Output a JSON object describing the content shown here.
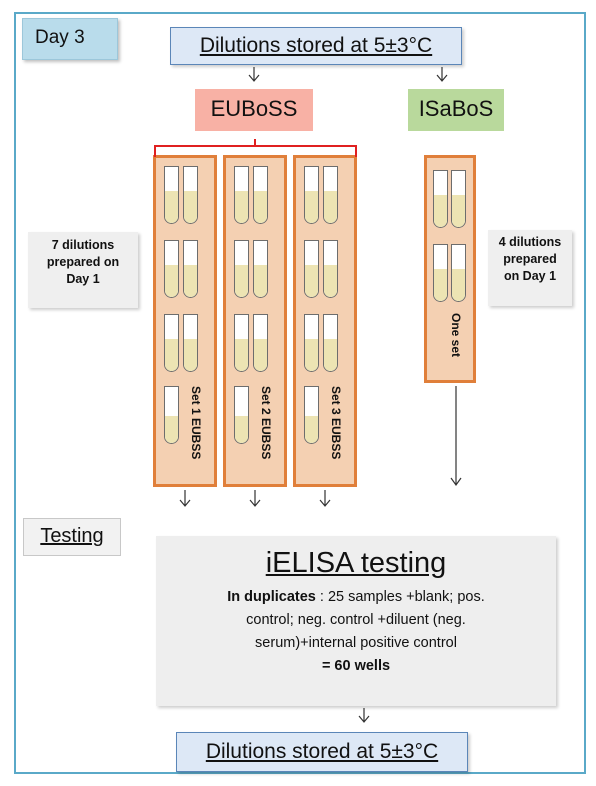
{
  "header": {
    "day_label": "Day 3",
    "stored_top": "Dilutions stored at 5±3°C"
  },
  "groups": {
    "euboss_label": "EUBoSS",
    "isabos_label": "ISaBoS"
  },
  "notes": {
    "left": [
      "7 dilutions",
      "prepared on",
      "Day 1"
    ],
    "right": [
      "4 dilutions",
      "prepared",
      "on Day 1"
    ]
  },
  "sets": [
    {
      "label": "Set 1 EUBSS"
    },
    {
      "label": "Set 2 EUBSS"
    },
    {
      "label": "Set 3 EUBSS"
    },
    {
      "label": "One set"
    }
  ],
  "testing": {
    "label": "Testing",
    "title": "iELISA testing",
    "lead_bold": "In duplicates",
    "line1": " : 25 samples +blank; pos.",
    "line2": "control; neg. control +diluent (neg.",
    "line3": "serum)+internal positive control",
    "total": "= 60 wells"
  },
  "footer": {
    "stored_bottom": "Dilutions stored at 5±3°C"
  },
  "colors": {
    "frame": "#5aa9c8",
    "euboss_fill": "#f8b1a5",
    "isabos_fill": "#b9d99c",
    "set_border": "#e07f3a",
    "set_fill": "#f4d0b2",
    "brace": "#e02020",
    "liquid": "#ede4b3"
  }
}
